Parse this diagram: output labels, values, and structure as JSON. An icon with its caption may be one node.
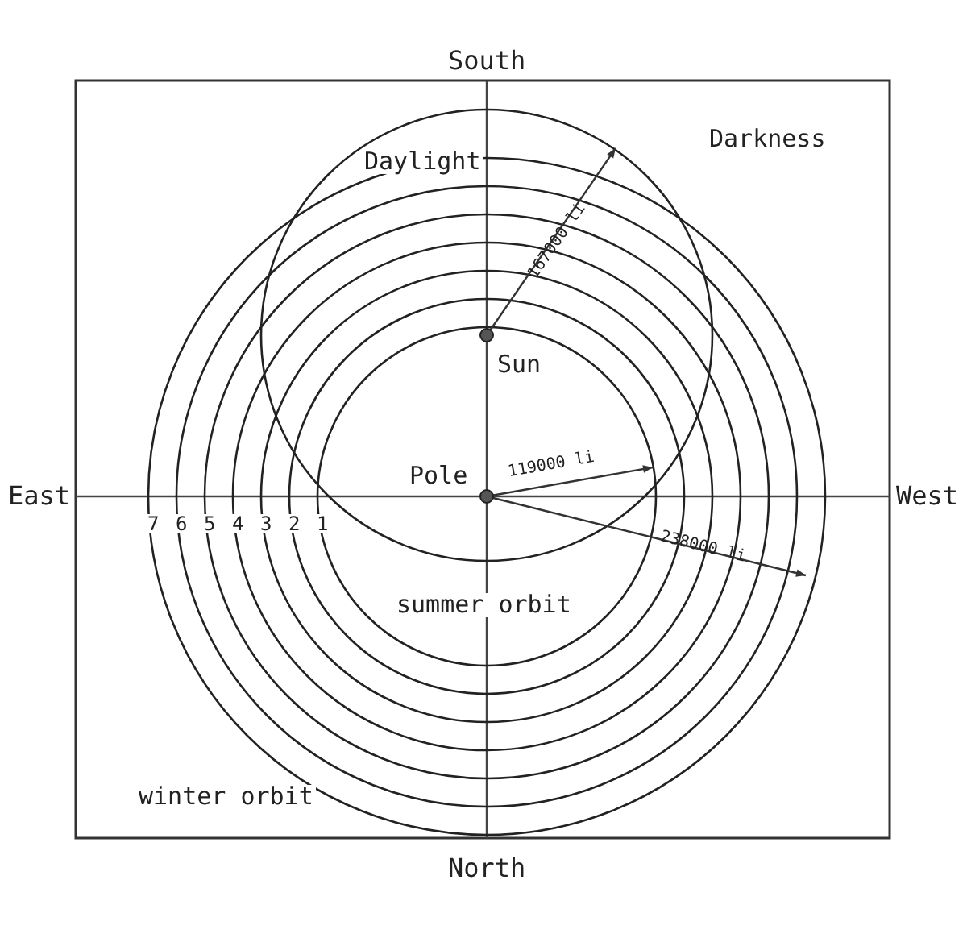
{
  "diagram": {
    "labels": [
      "South",
      "Daylight",
      "Darkness",
      "167000 li",
      "Sun",
      "Pole",
      "119000 li",
      "East",
      "West",
      "7",
      "6",
      "5",
      "4",
      "3",
      "2",
      "1",
      "238000 li",
      "summer orbit",
      "winter orbit",
      "North"
    ]
  }
}
